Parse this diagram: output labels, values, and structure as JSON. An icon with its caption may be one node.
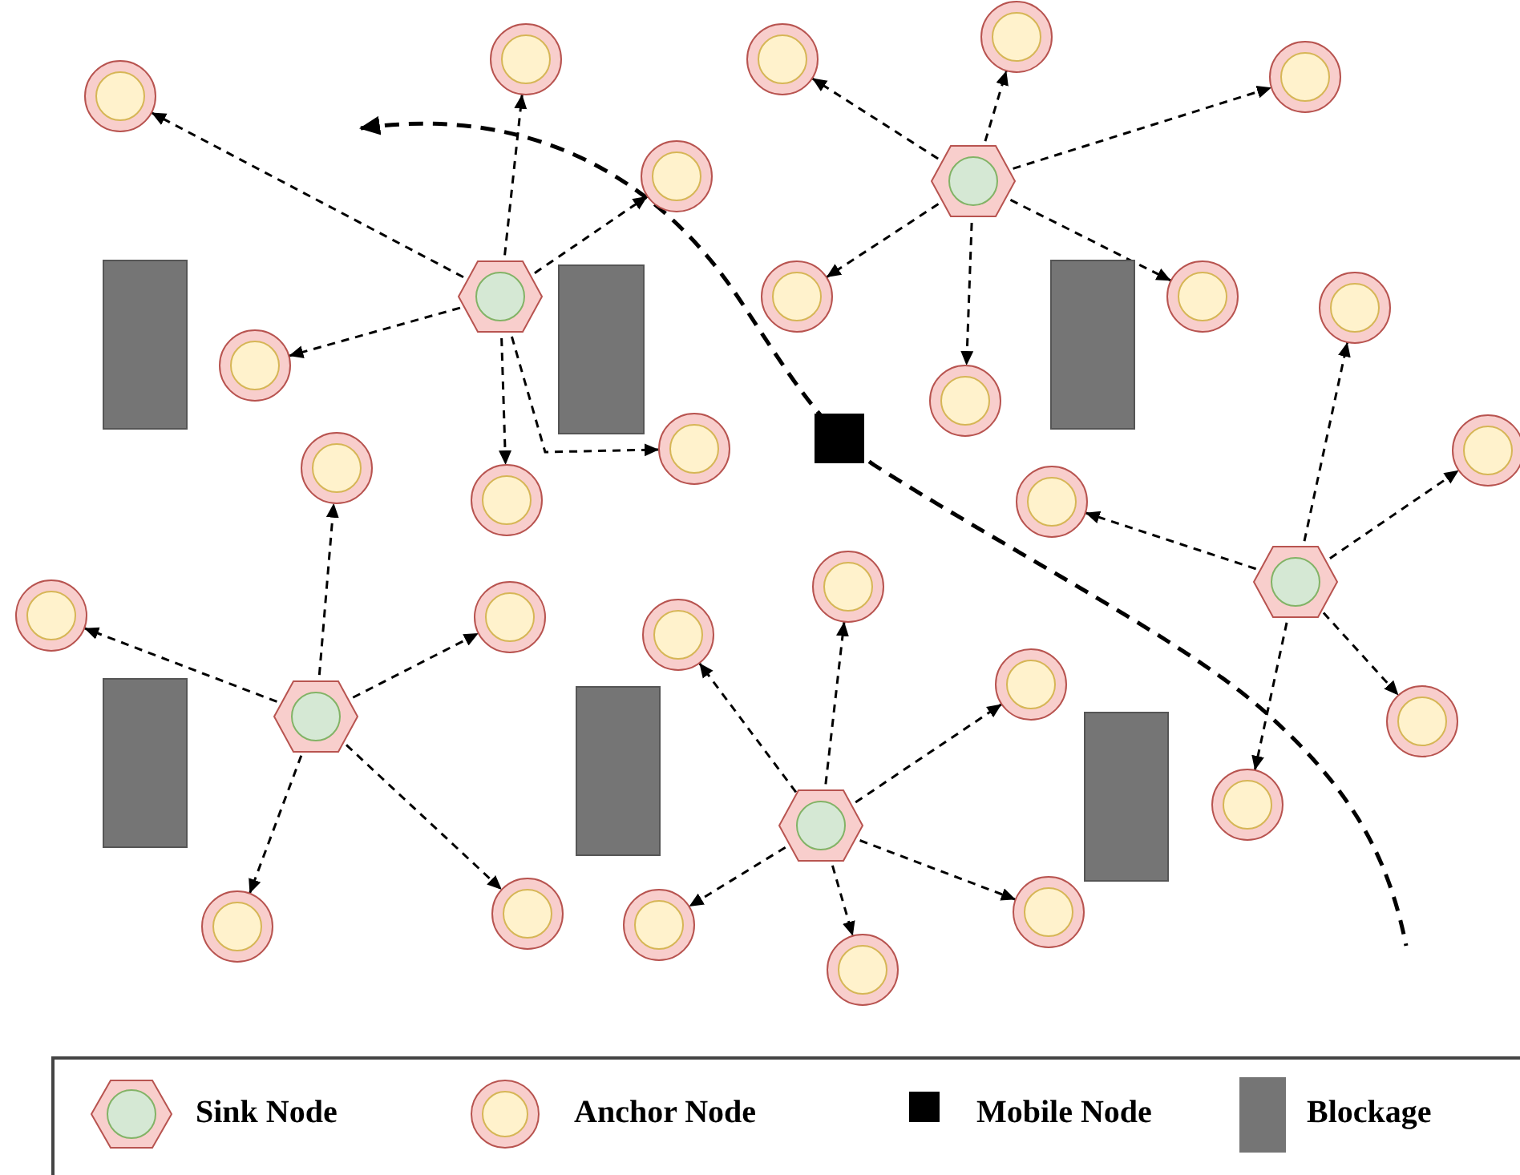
{
  "diagram": {
    "nodes": [
      {
        "text": [],
        "shape": "hexagon"
      },
      {
        "text": [],
        "shape": "circle"
      },
      {
        "text": [],
        "shape": "circle"
      },
      {
        "text": [],
        "shape": "circle"
      },
      {
        "text": [],
        "shape": "circle"
      },
      {
        "text": [],
        "shape": "circle"
      },
      {
        "text": [],
        "shape": "circle"
      },
      {
        "text": [],
        "shape": "hexagon"
      },
      {
        "text": [],
        "shape": "circle"
      },
      {
        "text": [],
        "shape": "circle"
      },
      {
        "text": [],
        "shape": "circle"
      },
      {
        "text": [],
        "shape": "circle"
      },
      {
        "text": [],
        "shape": "circle"
      },
      {
        "text": [],
        "shape": "circle"
      },
      {
        "text": [],
        "shape": "hexagon"
      },
      {
        "text": [],
        "shape": "circle"
      },
      {
        "text": [],
        "shape": "circle"
      },
      {
        "text": [],
        "shape": "circle"
      },
      {
        "text": [],
        "shape": "circle"
      },
      {
        "text": [],
        "shape": "circle"
      },
      {
        "text": [],
        "shape": "hexagon"
      },
      {
        "text": [],
        "shape": "circle"
      },
      {
        "text": [],
        "shape": "circle"
      },
      {
        "text": [],
        "shape": "circle"
      },
      {
        "text": [],
        "shape": "circle"
      },
      {
        "text": [],
        "shape": "circle"
      },
      {
        "text": [],
        "shape": "hexagon"
      },
      {
        "text": [],
        "shape": "circle"
      },
      {
        "text": [],
        "shape": "circle"
      },
      {
        "text": [],
        "shape": "circle"
      },
      {
        "text": [],
        "shape": "circle"
      },
      {
        "text": [],
        "shape": "circle"
      },
      {
        "text": [],
        "shape": "circle"
      },
      {
        "text": [],
        "shape": "bar"
      },
      {
        "text": [],
        "shape": "bar"
      },
      {
        "text": [],
        "shape": "bar"
      },
      {
        "text": [],
        "shape": "bar"
      },
      {
        "text": [],
        "shape": "bar"
      },
      {
        "text": [],
        "shape": "bar"
      },
      {
        "text": [],
        "shape": "box"
      }
    ],
    "edges": [
      {
        "from": 0,
        "to": 1,
        "arrow": "to",
        "style": "dashed"
      },
      {
        "from": 0,
        "to": 2,
        "arrow": "to",
        "style": "dashed"
      },
      {
        "from": 0,
        "to": 3,
        "arrow": "to",
        "style": "dashed"
      },
      {
        "from": 0,
        "to": 4,
        "arrow": "to",
        "style": "dashed"
      },
      {
        "from": 0,
        "to": 5,
        "arrow": "to",
        "style": "dashed"
      },
      {
        "from": 0,
        "to": 6,
        "arrow": "to",
        "style": "dashed"
      },
      {
        "from": 7,
        "to": 8,
        "arrow": "to",
        "style": "dashed"
      },
      {
        "from": 7,
        "to": 9,
        "arrow": "to",
        "style": "dashed"
      },
      {
        "from": 7,
        "to": 10,
        "arrow": "to",
        "style": "dashed"
      },
      {
        "from": 7,
        "to": 11,
        "arrow": "to",
        "style": "dashed"
      },
      {
        "from": 7,
        "to": 12,
        "arrow": "to",
        "style": "dashed"
      },
      {
        "from": 7,
        "to": 13,
        "arrow": "to",
        "style": "dashed"
      },
      {
        "from": 14,
        "to": 15,
        "arrow": "to",
        "style": "dashed"
      },
      {
        "from": 14,
        "to": 16,
        "arrow": "to",
        "style": "dashed"
      },
      {
        "from": 14,
        "to": 17,
        "arrow": "to",
        "style": "dashed"
      },
      {
        "from": 14,
        "to": 18,
        "arrow": "to",
        "style": "dashed"
      },
      {
        "from": 14,
        "to": 19,
        "arrow": "to",
        "style": "dashed"
      },
      {
        "from": 20,
        "to": 21,
        "arrow": "to",
        "style": "dashed"
      },
      {
        "from": 20,
        "to": 22,
        "arrow": "to",
        "style": "dashed"
      },
      {
        "from": 20,
        "to": 23,
        "arrow": "to",
        "style": "dashed"
      },
      {
        "from": 20,
        "to": 24,
        "arrow": "to",
        "style": "dashed"
      },
      {
        "from": 20,
        "to": 25,
        "arrow": "to",
        "style": "dashed"
      },
      {
        "from": 26,
        "to": 27,
        "arrow": "to",
        "style": "dashed"
      },
      {
        "from": 26,
        "to": 28,
        "arrow": "to",
        "style": "dashed"
      },
      {
        "from": 26,
        "to": 29,
        "arrow": "to",
        "style": "dashed"
      },
      {
        "from": 26,
        "to": 30,
        "arrow": "to",
        "style": "dashed"
      },
      {
        "from": 26,
        "to": 31,
        "arrow": "to",
        "style": "dashed"
      },
      {
        "from": 26,
        "to": 32,
        "arrow": "to",
        "style": "dashed"
      }
    ],
    "legend": [
      {
        "text": "Sink Node"
      },
      {
        "text": "Anchor Node"
      },
      {
        "text": "Mobile Node",
        "color": "#000000"
      },
      {
        "text": "Blockage",
        "color": "#757575"
      }
    ]
  }
}
